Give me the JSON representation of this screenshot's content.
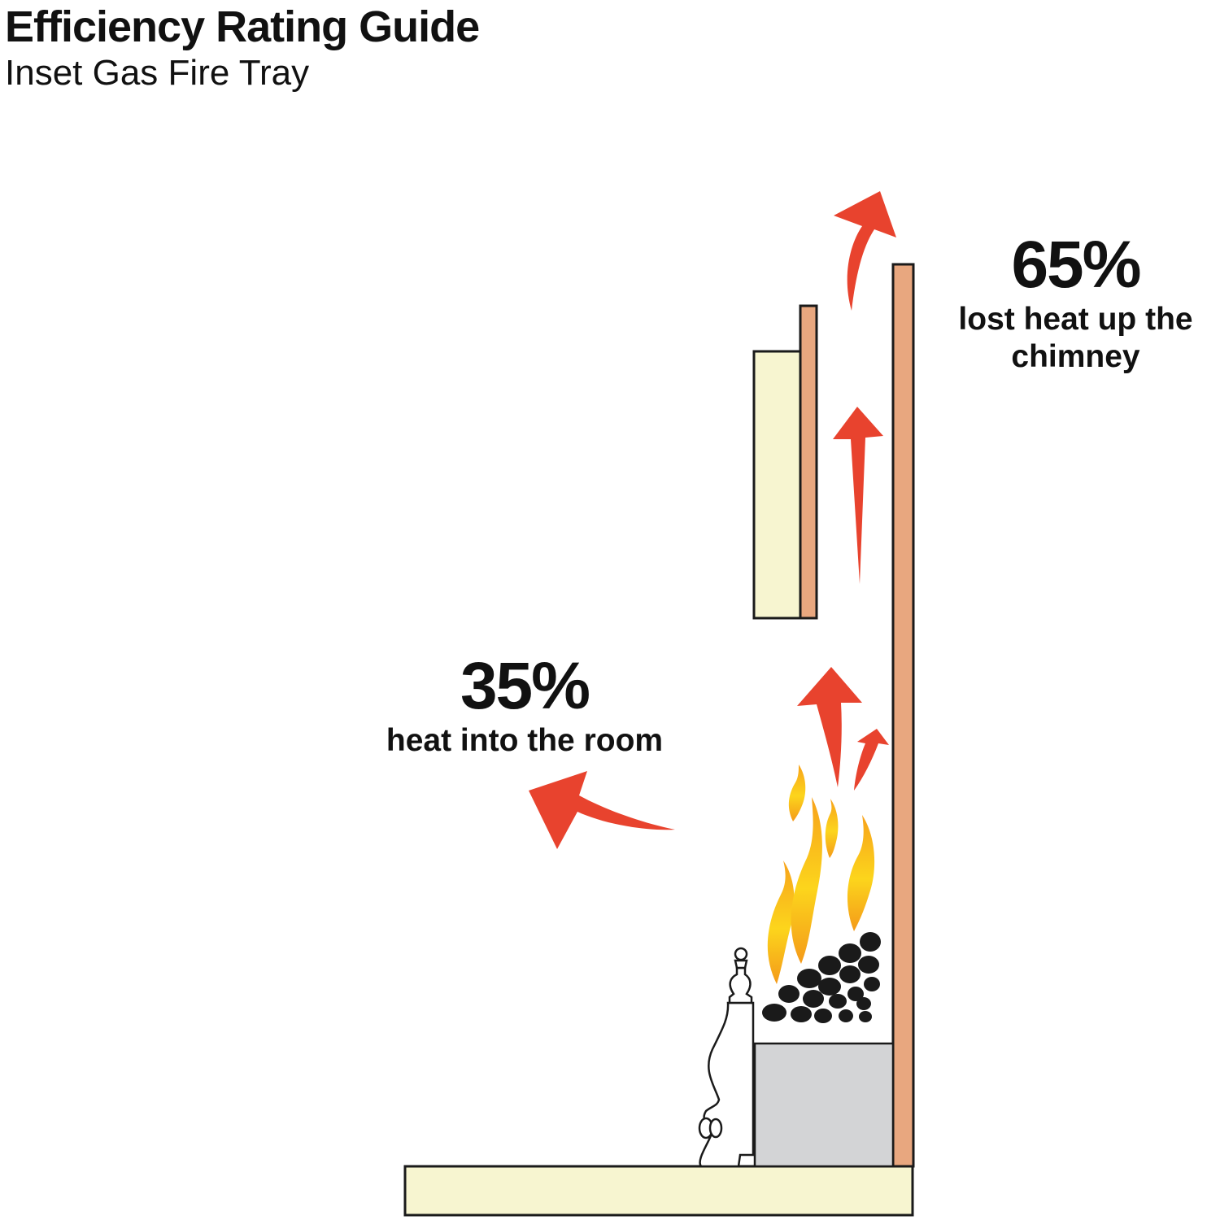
{
  "header": {
    "title": "Efficiency Rating Guide",
    "subtitle": "Inset Gas Fire Tray"
  },
  "stats": {
    "chimney": {
      "value": "65%",
      "caption_line1": "lost heat up the",
      "caption_line2": "chimney"
    },
    "room": {
      "value": "35%",
      "caption": "heat into the room"
    }
  },
  "colors": {
    "arrow": "#e8432e",
    "chimney_wall": "#e8a77f",
    "hearth_cream": "#f7f5d0",
    "fire_tray": "#d3d4d6",
    "coals": "#1a1a1a",
    "flame_outer": "#f7a21b",
    "flame_inner": "#ffe11a"
  }
}
